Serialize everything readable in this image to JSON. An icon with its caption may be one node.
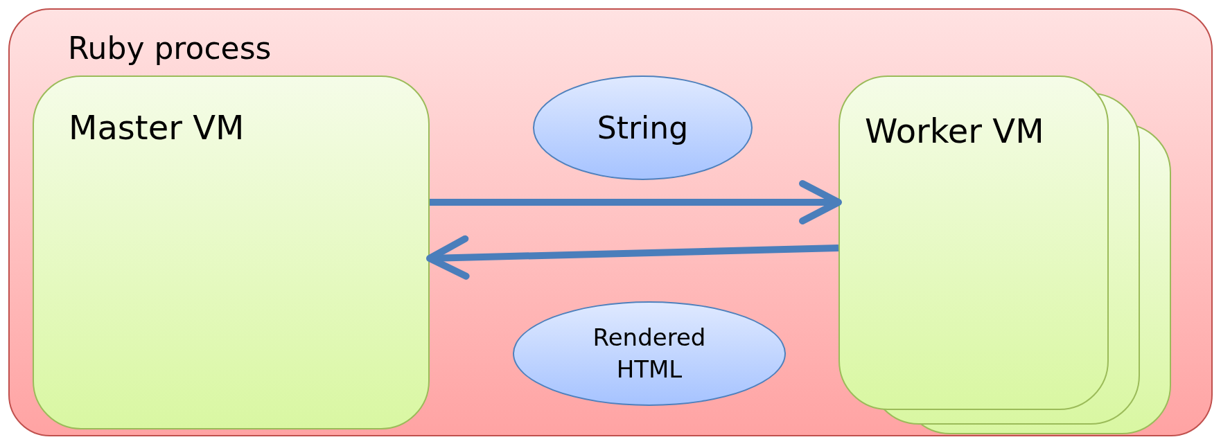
{
  "diagram": {
    "nodes": [
      {
        "text": [
          "Ruby process"
        ]
      },
      {
        "text": [
          "Master VM"
        ],
        "in": 0
      },
      {
        "text": [
          "String"
        ],
        "in": 0
      },
      {
        "text": [
          "Worker VM"
        ],
        "in": 0
      },
      {
        "text": [
          "Rendered HTML"
        ],
        "in": 0
      }
    ],
    "edges": [
      {
        "from": 1,
        "to": 3,
        "arrow": "to"
      },
      {
        "from": 3,
        "to": 1,
        "arrow": "to"
      }
    ]
  }
}
